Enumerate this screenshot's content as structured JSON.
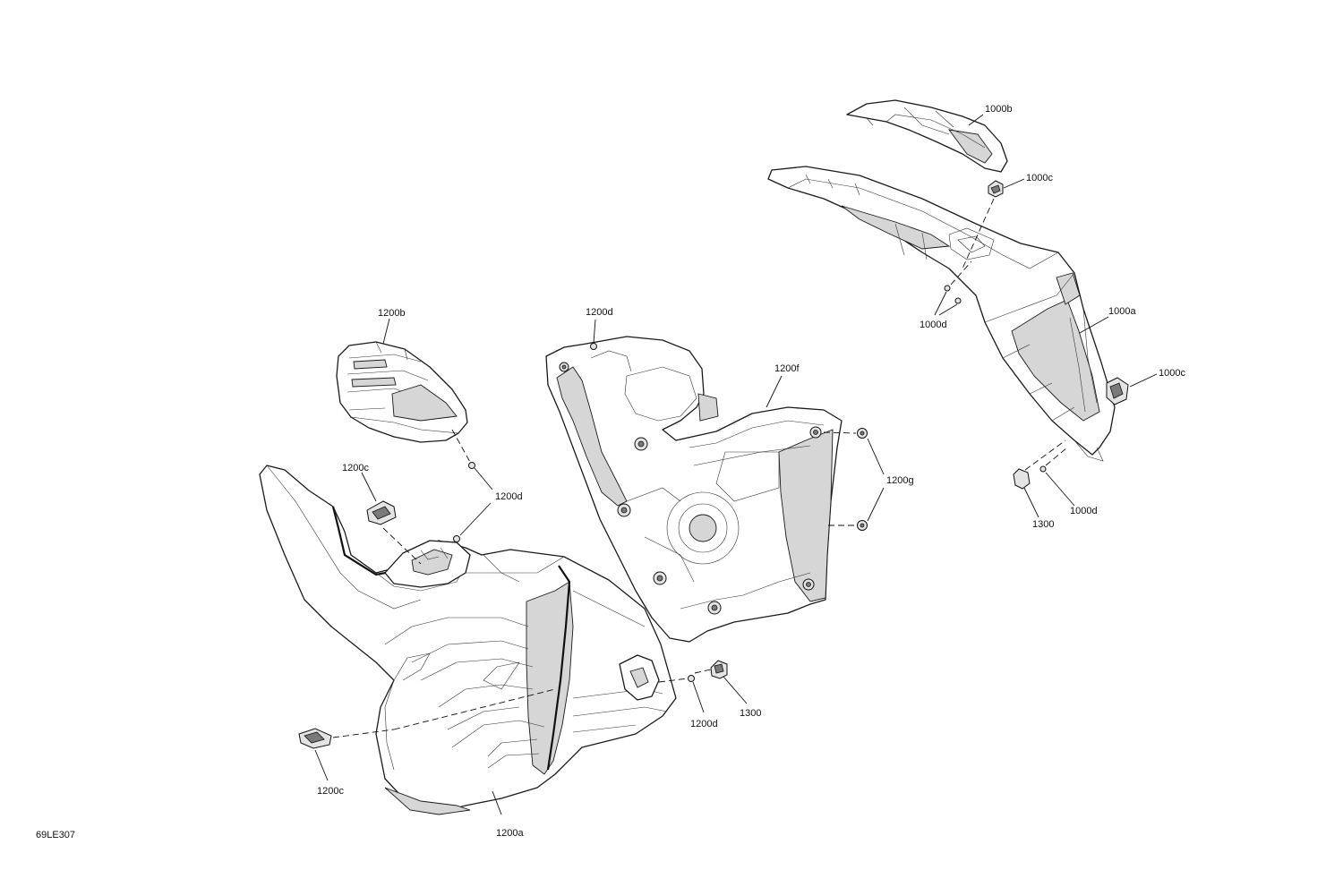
{
  "diagram": {
    "reference_code": "69LE307",
    "callouts": {
      "c1000b": "1000b",
      "c1000c_top": "1000c",
      "c1000d_top": "1000d",
      "c1000a": "1000a",
      "c1000c_right": "1000c",
      "c1000d_bottom": "1000d",
      "c1300_right": "1300",
      "c1200b": "1200b",
      "c1200d_top": "1200d",
      "c1200f": "1200f",
      "c1200g": "1200g",
      "c1200c_top": "1200c",
      "c1200d_mid": "1200d",
      "c1200d_bottom": "1200d",
      "c1300_left": "1300",
      "c1200c_bottom": "1200c",
      "c1200a": "1200a"
    }
  }
}
